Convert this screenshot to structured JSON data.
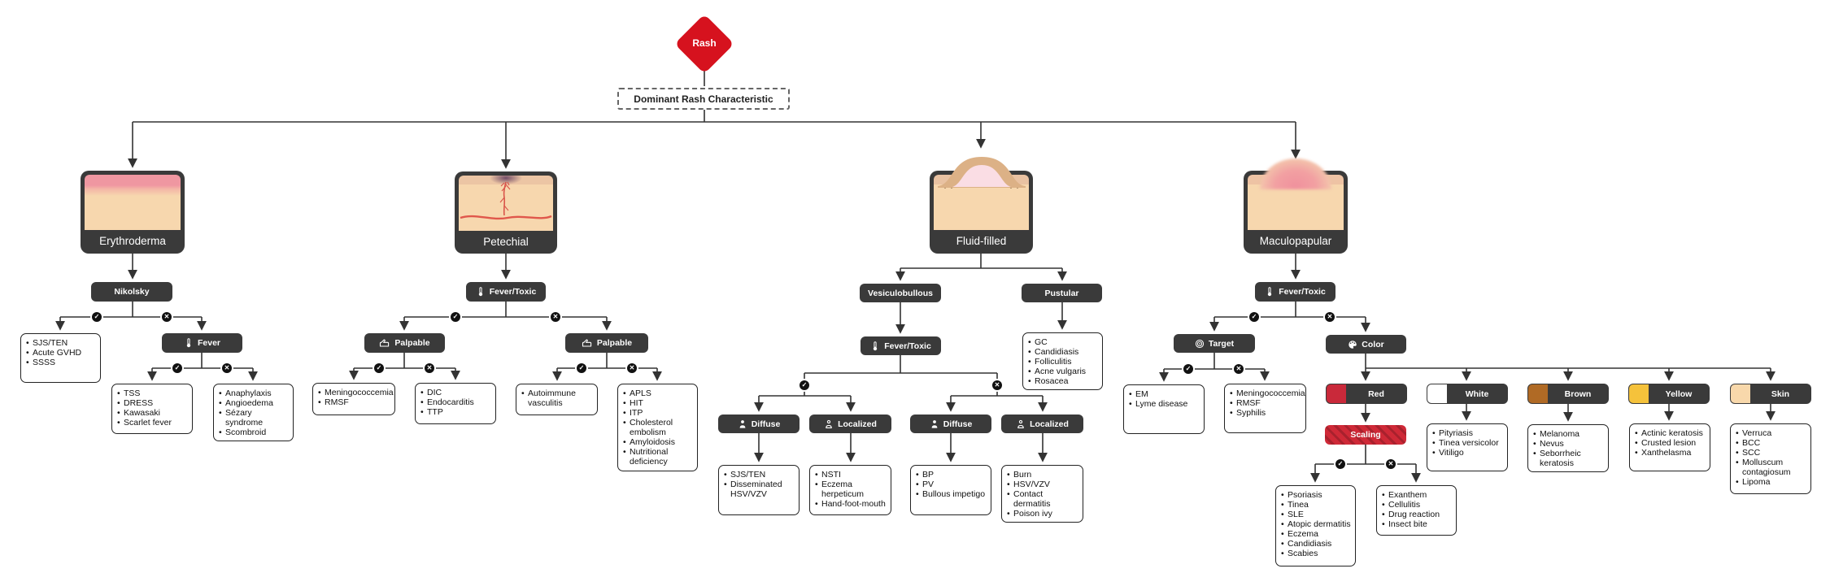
{
  "diagram": {
    "root_label": "Rash",
    "decision_label": "Dominant Rash Characteristic",
    "yes_glyph": "✓",
    "no_glyph": "✕"
  },
  "colors": {
    "diamond_red": "#d6121e",
    "node_dark": "#3a3a3a",
    "scaling_red": "#cf2937"
  },
  "swatches": {
    "red": "#c9293a",
    "white": "#ffffff",
    "brown": "#b06a25",
    "yellow": "#f5c23b",
    "skin": "#f8d8ab"
  },
  "categories": {
    "erythroderma": "Erythroderma",
    "petechial": "Petechial",
    "fluid": "Fluid-filled",
    "maculopapular": "Maculopapular"
  },
  "pills": {
    "nikolsky": "Nikolsky",
    "fever": "Fever",
    "fever_toxic": "Fever/Toxic",
    "palpable": "Palpable",
    "vesiculobullous": "Vesiculobullous",
    "pustular": "Pustular",
    "diffuse": "Diffuse",
    "localized": "Localized",
    "target": "Target",
    "color": "Color",
    "scaling": "Scaling",
    "red": "Red",
    "white": "White",
    "brown": "Brown",
    "yellow": "Yellow",
    "skin": "Skin"
  },
  "lists": {
    "nikolsky_yes": [
      "SJS/TEN",
      "Acute GVHD",
      "SSSS"
    ],
    "fever_yes": [
      "TSS",
      "DRESS",
      "Kawasaki",
      "Scarlet fever"
    ],
    "fever_no": [
      "Anaphylaxis",
      "Angioedema",
      "Sézary syndrome",
      "Scombroid"
    ],
    "palpable_feb_yes": [
      "Meningococcemia",
      "RMSF"
    ],
    "palpable_feb_no": [
      "DIC",
      "Endocarditis",
      "TTP"
    ],
    "palpable_nofeb_yes": [
      "Autoimmune vasculitis"
    ],
    "palpable_nofeb_no": [
      "APLS",
      "HIT",
      "ITP",
      "Cholesterol embolism",
      "Amyloidosis",
      "Nutritional deficiency"
    ],
    "pustular": [
      "GC",
      "Candidiasis",
      "Folliculitis",
      "Acne vulgaris",
      "Rosacea"
    ],
    "vb_feb_diffuse": [
      "SJS/TEN",
      "Disseminated HSV/VZV"
    ],
    "vb_feb_localized": [
      "NSTI",
      "Eczema herpeticum",
      "Hand-foot-mouth"
    ],
    "vb_nofeb_diffuse": [
      "BP",
      "PV",
      "Bullous impetigo"
    ],
    "vb_nofeb_localized": [
      "Burn",
      "HSV/VZV",
      "Contact dermatitis",
      "Poison ivy"
    ],
    "target_yes": [
      "EM",
      "Lyme disease"
    ],
    "target_no": [
      "Meningococcemia",
      "RMSF",
      "Syphilis"
    ],
    "scaling_yes": [
      "Psoriasis",
      "Tinea",
      "SLE",
      "Atopic dermatitis",
      "Eczema",
      "Candidiasis",
      "Scabies"
    ],
    "scaling_no": [
      "Exanthem",
      "Cellulitis",
      "Drug reaction",
      "Insect bite"
    ],
    "white": [
      "Pityriasis",
      "Tinea versicolor",
      "Vitiligo"
    ],
    "brown": [
      "Melanoma",
      "Nevus",
      "Seborrheic keratosis"
    ],
    "yellow": [
      "Actinic keratosis",
      "Crusted lesion",
      "Xanthelasma"
    ],
    "skin": [
      "Verruca",
      "BCC",
      "SCC",
      "Molluscum contagiosum",
      "Lipoma"
    ]
  }
}
